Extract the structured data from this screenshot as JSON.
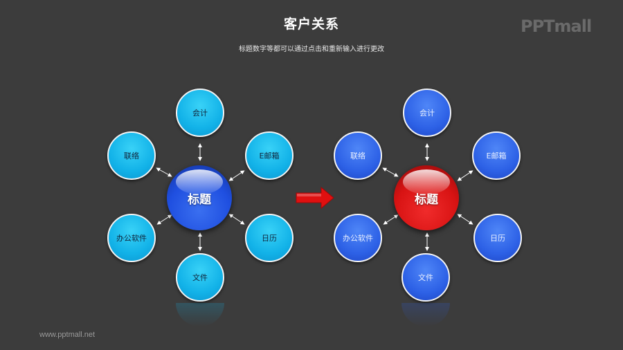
{
  "header": {
    "title": "客户关系",
    "subtitle": "标题数字等都可以通过点击和重新输入进行更改",
    "logo_text": "PPTmall"
  },
  "footer": {
    "url": "www.pptmall.net"
  },
  "colors": {
    "background": "#3c3c3c",
    "left_node": "#12b2e8",
    "left_center": "#1f4fe0",
    "right_node": "#2d61e6",
    "right_center": "#d81313",
    "arrow": "#e01010"
  },
  "diagrams": [
    {
      "center": "标题",
      "nodes": {
        "top": "会计",
        "upper_left": "联络",
        "upper_right": "E邮箱",
        "lower_left": "办公软件",
        "lower_right": "日历",
        "bottom": "文件"
      }
    },
    {
      "center": "标题",
      "nodes": {
        "top": "会计",
        "upper_left": "联络",
        "upper_right": "E邮箱",
        "lower_left": "办公软件",
        "lower_right": "日历",
        "bottom": "文件"
      }
    }
  ],
  "transition_icon": "right-arrow-icon"
}
